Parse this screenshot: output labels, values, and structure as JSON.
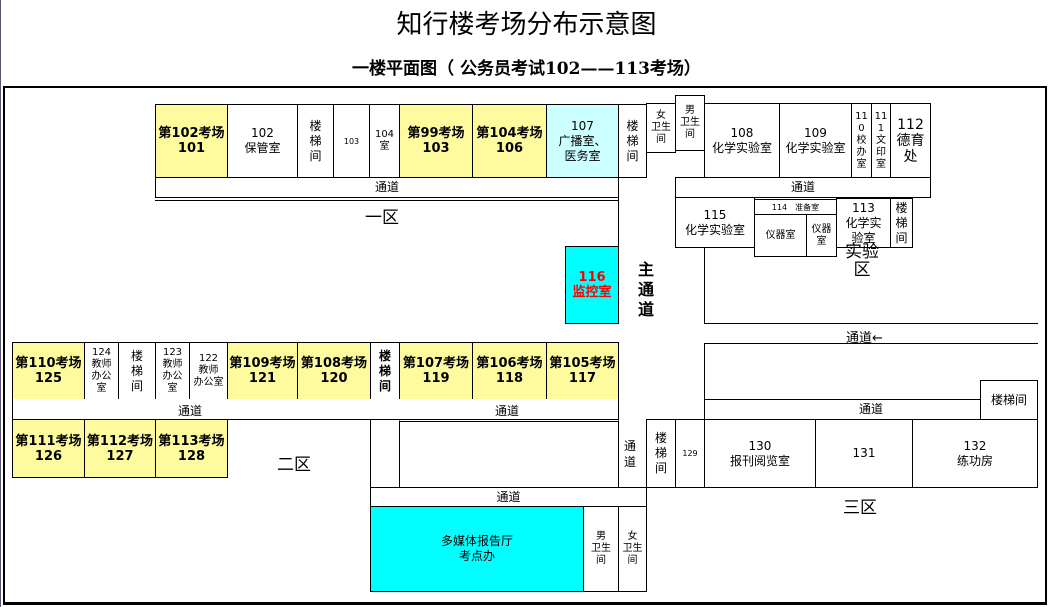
{
  "title": "知行楼考场分布示意图",
  "subtitle": "一楼平面图（ 公务员考试102——113考场）",
  "rooms": {
    "r101": "第102考场\n101",
    "r102": "102\n保管室",
    "stair1": "楼\n梯\n间",
    "r103": "103",
    "r104": "104\n室",
    "r103b": "第99考场\n103",
    "r106": "第104考场\n106",
    "r107": "107\n广播室、\n医务室",
    "stair2": "楼\n梯\n间",
    "wc_f1": "女\n卫生\n间",
    "wc_m1": "男\n卫生\n间",
    "r108": "108\n化学实验室",
    "r109": "109\n化学实验室",
    "r110": "11\n0\n校\n办\n室",
    "r111": "11\n1\n文\n印\n室",
    "r112": "112\n德育\n处",
    "r115": "115\n化学实验室",
    "r114": "114　准备室",
    "r114a": "仪器室",
    "r114b": "仪器\n室",
    "r113": "113\n化学实\n验室",
    "stair3": "楼\n梯\n间",
    "r116": "116\n监控室",
    "r125": "第110考场\n125",
    "r124": "124\n教师\n办公\n室",
    "stair4": "楼\n梯\n间",
    "r123": "123\n教师\n办公\n室",
    "r122": "122\n教师\n办公室",
    "r121": "第109考场\n121",
    "r120": "第108考场\n120",
    "stair5": "楼\n梯\n间",
    "r119": "第107考场\n119",
    "r118": "第106考场\n118",
    "r117": "第105考场\n117",
    "stair6": "楼梯间",
    "r126": "第111考场\n126",
    "r127": "第112考场\n127",
    "r128": "第113考场\n128",
    "stair7": "楼\n梯\n间",
    "r129": "129",
    "r130": "130\n报刊阅览室",
    "r131": "131",
    "r132": "132\n练功房",
    "hall": "多媒体报告厅\n考点办",
    "wc_m2": "男\n卫生\n间",
    "wc_f2": "女\n卫生\n间"
  },
  "corridors": {
    "c1": "通道",
    "c2": "通道",
    "c3": "通道←",
    "c4": "通道",
    "c5": "通道",
    "c6": "通道",
    "c7": "通\n道",
    "c8": "通道",
    "main": "主\n通\n道"
  },
  "zones": {
    "z1": "一区",
    "z2": "二区",
    "z3": "三区",
    "lab": "实验\n区"
  },
  "colors": {
    "exam_room": "#fdfb9e",
    "cyan": "#00ffff",
    "light_cyan": "#ccffff",
    "monitor_text": "#ff0000"
  }
}
